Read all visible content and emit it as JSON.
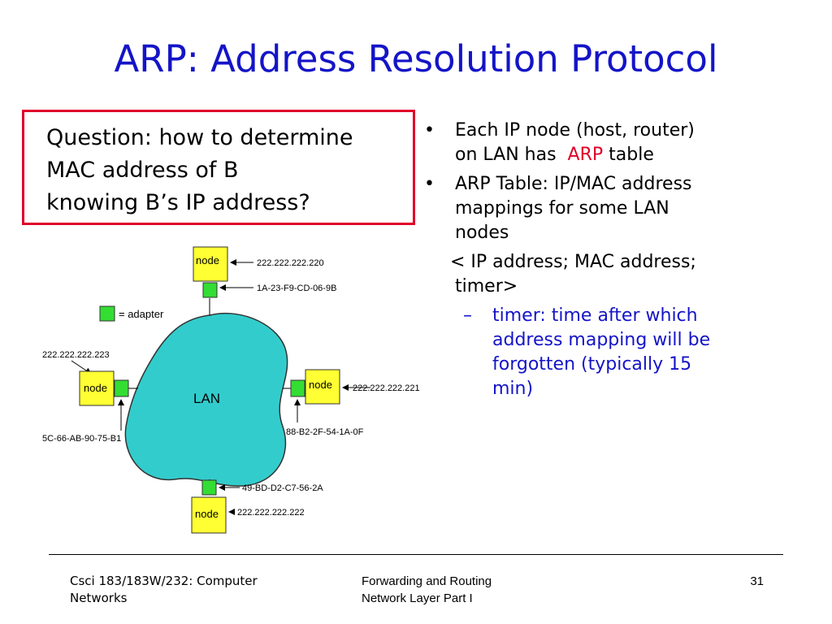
{
  "slide": {
    "title": "ARP: Address Resolution Protocol"
  },
  "question": {
    "line1": "Question: how to determine",
    "line2": "MAC address of B",
    "line3": "knowing B’s IP address?"
  },
  "bullets": {
    "b1_line1": "Each IP node (host, router)",
    "b1_line2_pre": "on LAN has",
    "b1_line2_red": "ARP",
    "b1_line2_post": "table",
    "b2_line1": "ARP Table: IP/MAC address",
    "b2_line2": "mappings for some LAN",
    "b2_line3": "nodes",
    "entry_line1": "< IP address; MAC address;",
    "entry_line2": "timer>",
    "sub_line1": "timer: time after which",
    "sub_line2": "address mapping will be",
    "sub_line3": "forgotten (typically 15",
    "sub_line4": "min)"
  },
  "diagram": {
    "lan_label": "LAN",
    "legend_label": "= adapter",
    "nodes": {
      "top": {
        "label": "node",
        "ip": "222.222.222.220",
        "mac": "1A-23-F9-CD-06-9B"
      },
      "left": {
        "label": "node",
        "ip": "222.222.222.223",
        "mac": "5C-66-AB-90-75-B1"
      },
      "right": {
        "label": "node",
        "ip": "222.222.222.221",
        "mac": "88-B2-2F-54-1A-0F"
      },
      "bottom": {
        "label": "node",
        "ip": "222.222.222.222",
        "mac": "49-BD-D2-C7-56-2A"
      }
    },
    "colors": {
      "lan": "#33cccc",
      "node": "#ffff33",
      "adapter": "#33dd33"
    }
  },
  "footer": {
    "left_line1": "Csci 183/183W/232: Computer",
    "left_line2": "Networks",
    "mid_line1": "Forwarding and Routing",
    "mid_line2": "Network Layer Part I",
    "page_number": "31"
  }
}
